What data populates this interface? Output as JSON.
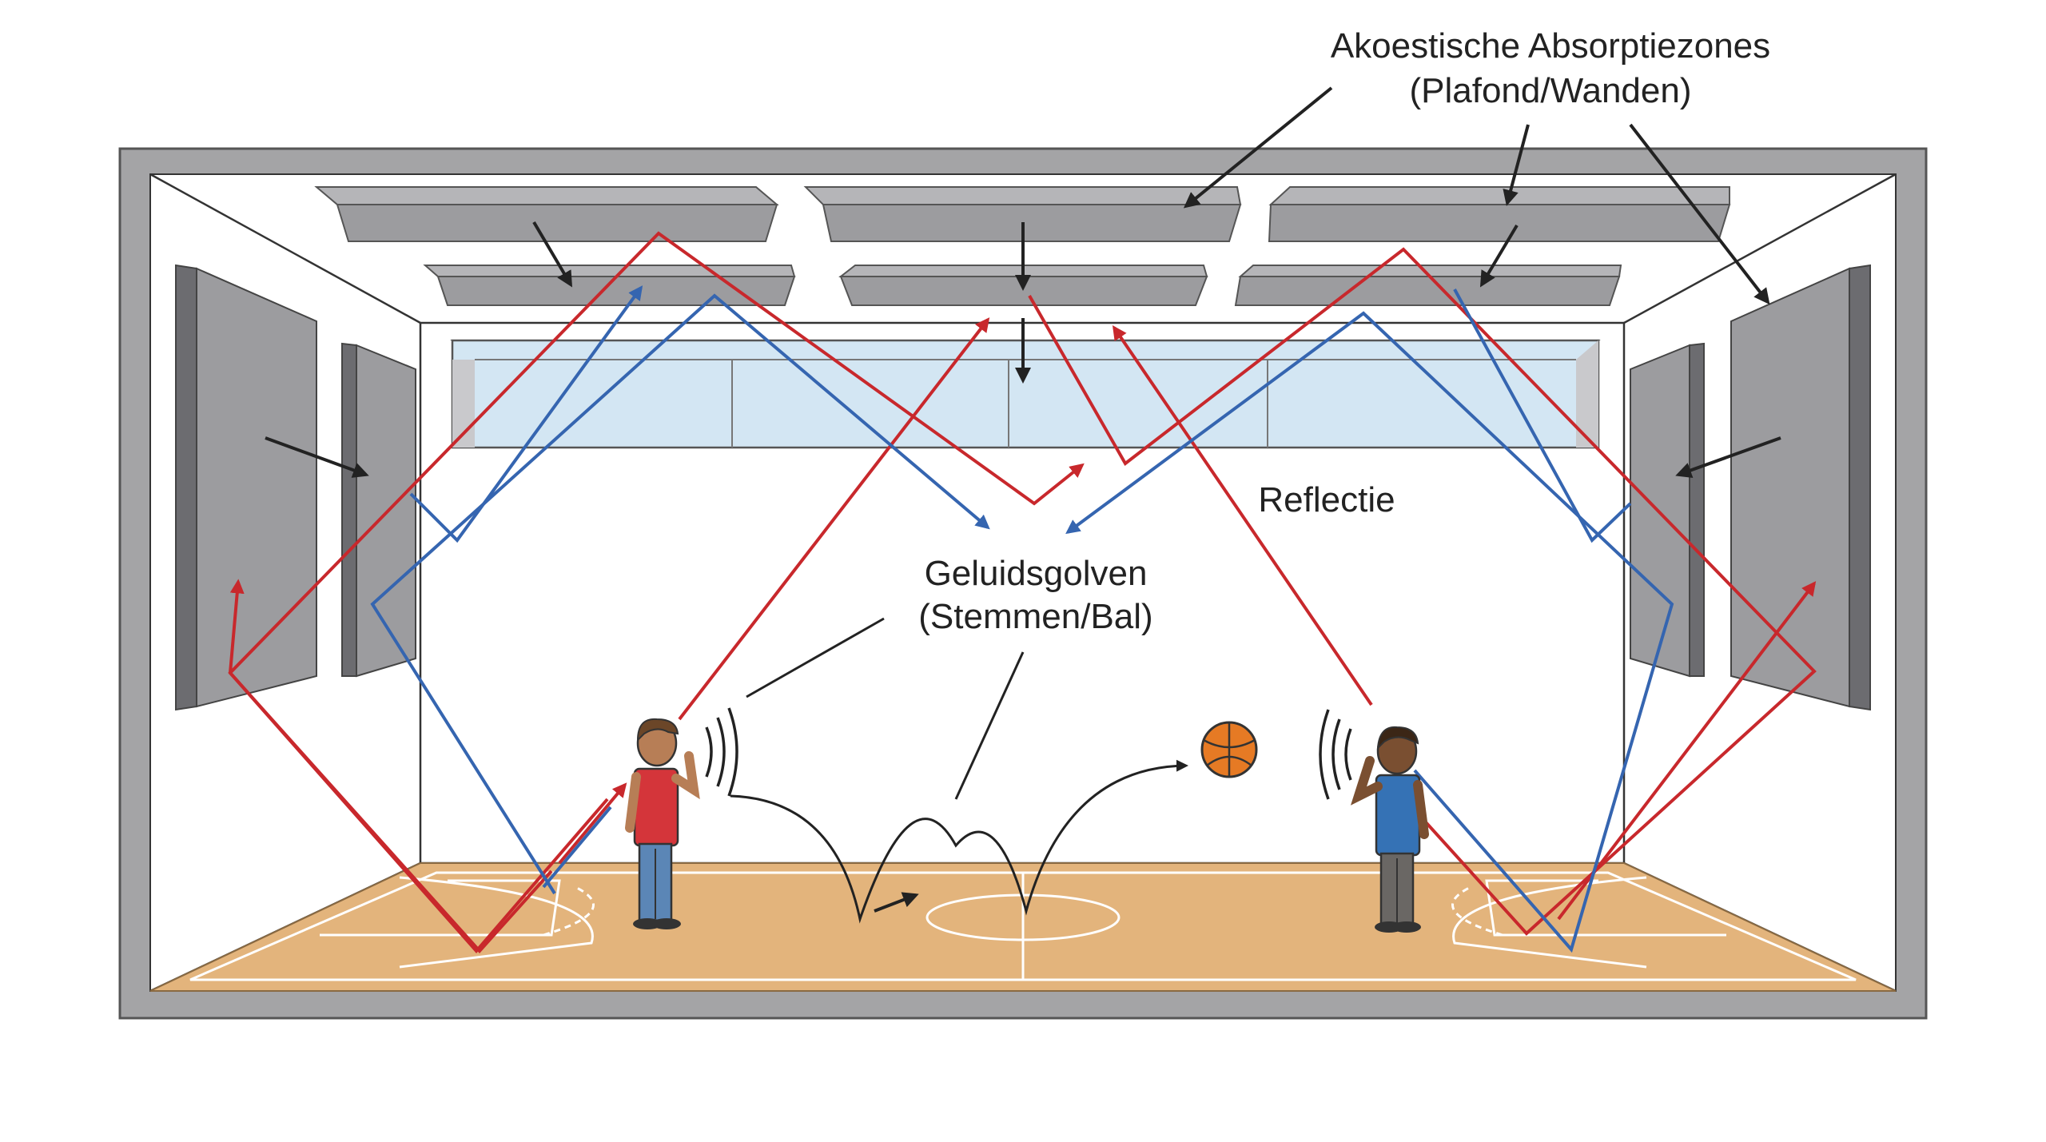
{
  "labels": {
    "absorption_line1": "Akoestische Absorptiezones",
    "absorption_line2": "(Plafond/Wanden)",
    "reflection": "Reflectie",
    "sound_line1": "Geluidsgolven",
    "sound_line2": "(Stemmen/Bal)"
  },
  "colors": {
    "frame": "#a4a4a6",
    "panel": "#9c9c9f",
    "panel_side": "#6c6c70",
    "window": "#d3e6f3",
    "court": "#e3b47c",
    "red_wave": "#c8282c",
    "blue_wave": "#3565b0",
    "pointer": "#222222",
    "ball": "#e67a24"
  },
  "icons": [
    "acoustic-panel-icon",
    "person-red-shirt-icon",
    "person-blue-shirt-icon",
    "basketball-icon",
    "sound-wave-icon",
    "arrow-icon"
  ]
}
